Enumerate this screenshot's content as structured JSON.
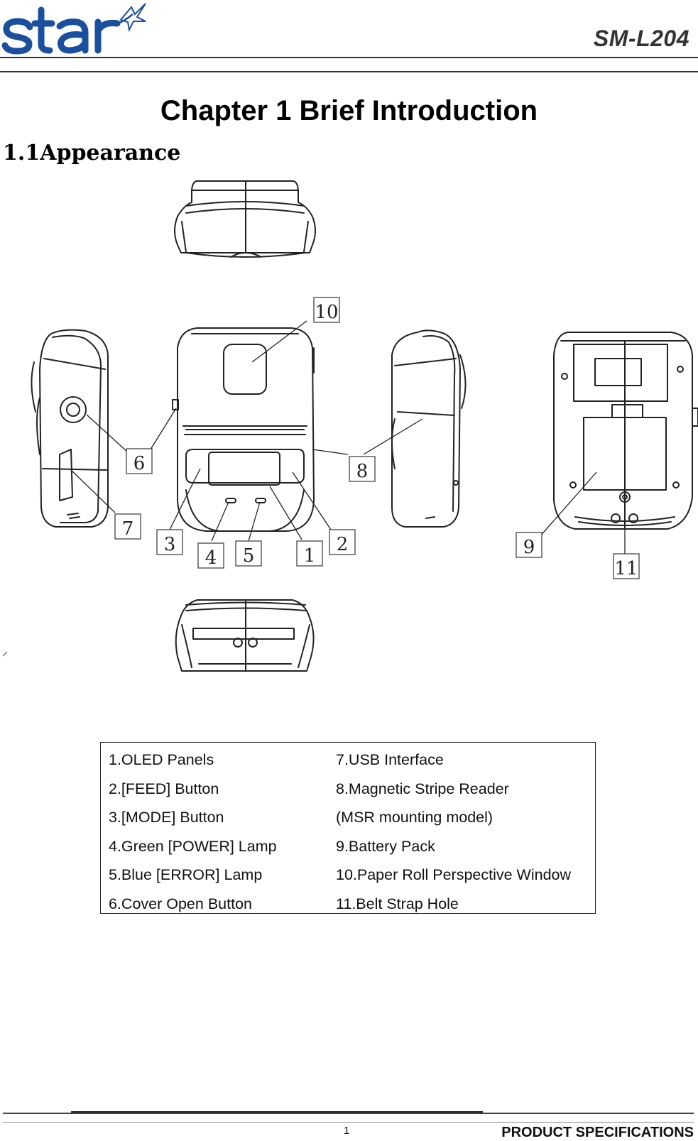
{
  "header": {
    "brand": "star",
    "model": "SM-L204",
    "brand_color": "#1a4fa0"
  },
  "chapter_title": "Chapter 1 Brief Introduction",
  "section_title": "1.1Appearance",
  "figure": {
    "callouts": [
      "1",
      "2",
      "3",
      "4",
      "5",
      "6",
      "7",
      "8",
      "9",
      "10",
      "11"
    ]
  },
  "legend": {
    "left": [
      "1.OLED Panels",
      "2.[FEED] Button",
      "3.[MODE] Button",
      "4.Green [POWER] Lamp",
      "5.Blue [ERROR] Lamp",
      "6.Cover Open Button"
    ],
    "right": [
      "7.USB Interface",
      "8.Magnetic Stripe Reader",
      "(MSR mounting model)",
      "9.Battery Pack",
      "10.Paper Roll Perspective Window",
      "11.Belt Strap Hole"
    ]
  },
  "footer": {
    "page_number": "1",
    "title": "PRODUCT SPECIFICATIONS"
  }
}
